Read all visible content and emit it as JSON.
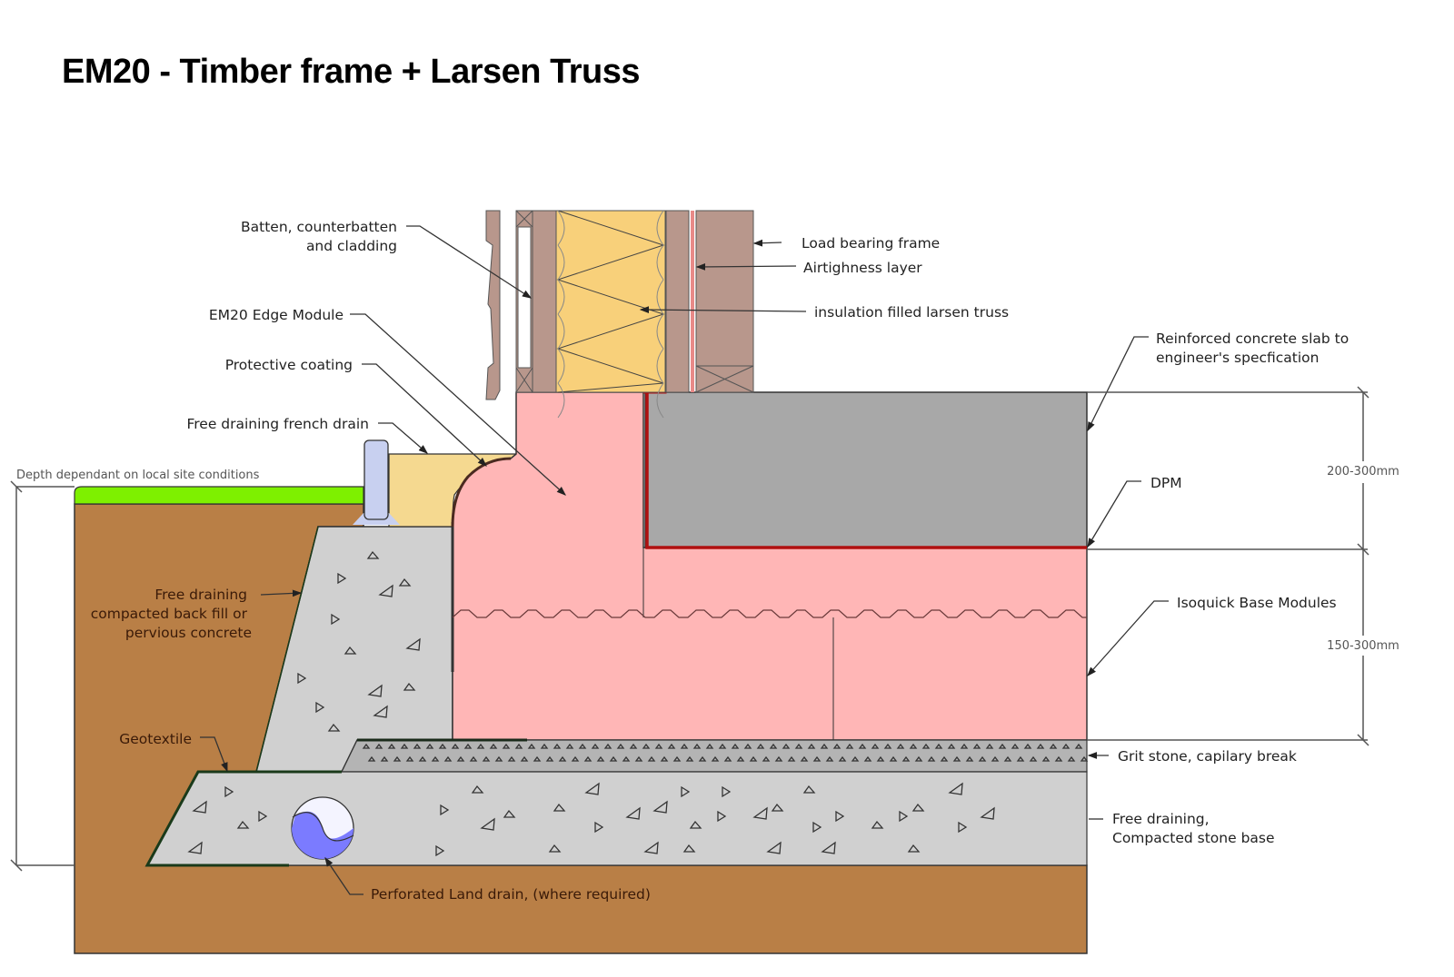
{
  "title": "EM20 - Timber frame + Larsen Truss",
  "colors": {
    "soil": "#b97f46",
    "grass": "#7ef000",
    "eps": "#ffb6b6",
    "concrete_slab": "#a8a8a8",
    "stone_base": "#d0d0d0",
    "grit": "#b4b4b4",
    "insulation": "#f8d07a",
    "timber": "#b8978c",
    "french_drain": "#f5d990",
    "dpm": "#b01010",
    "drain_pipe": "#7b7bff",
    "upstand": "#c8d0f0"
  },
  "labels": {
    "batten": [
      "Batten, counterbatten",
      "and cladding"
    ],
    "edge_module": "EM20 Edge Module",
    "protective_coating": "Protective coating",
    "french_drain": "Free draining french drain",
    "load_bearing_frame": "Load bearing frame",
    "airtightness": "Airtighness layer",
    "larsen_truss": "insulation filled larsen truss",
    "slab": [
      "Reinforced concrete slab to",
      "engineer's specfication"
    ],
    "dpm": "DPM",
    "base_modules": "Isoquick Base Modules",
    "grit_stone": "Grit stone, capilary break",
    "stone_base": [
      "Free draining,",
      "Compacted stone base"
    ],
    "backfill": [
      "Free draining",
      "compacted back fill or",
      "pervious concrete"
    ],
    "geotextile": "Geotextile",
    "land_drain": "Perforated Land drain, (where required)",
    "depth_note": "Depth dependant on local site conditions"
  },
  "dimensions": {
    "slab_depth": "200-300mm",
    "base_depth": "150-300mm"
  }
}
